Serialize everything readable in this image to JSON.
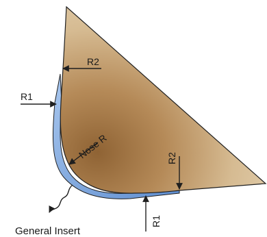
{
  "diagram": {
    "labels": {
      "r2_top": "R2",
      "r1_left": "R1",
      "nose_r": "Nose R",
      "r2_right": "R2",
      "r1_bottom": "R1",
      "caption": "General Insert"
    },
    "colors": {
      "insert_light": "#dcc4a0",
      "insert_mid": "#c8a272",
      "insert_dark": "#9c7040",
      "edge_band": "#7ea7dc",
      "outline": "#1f1f1f"
    }
  }
}
